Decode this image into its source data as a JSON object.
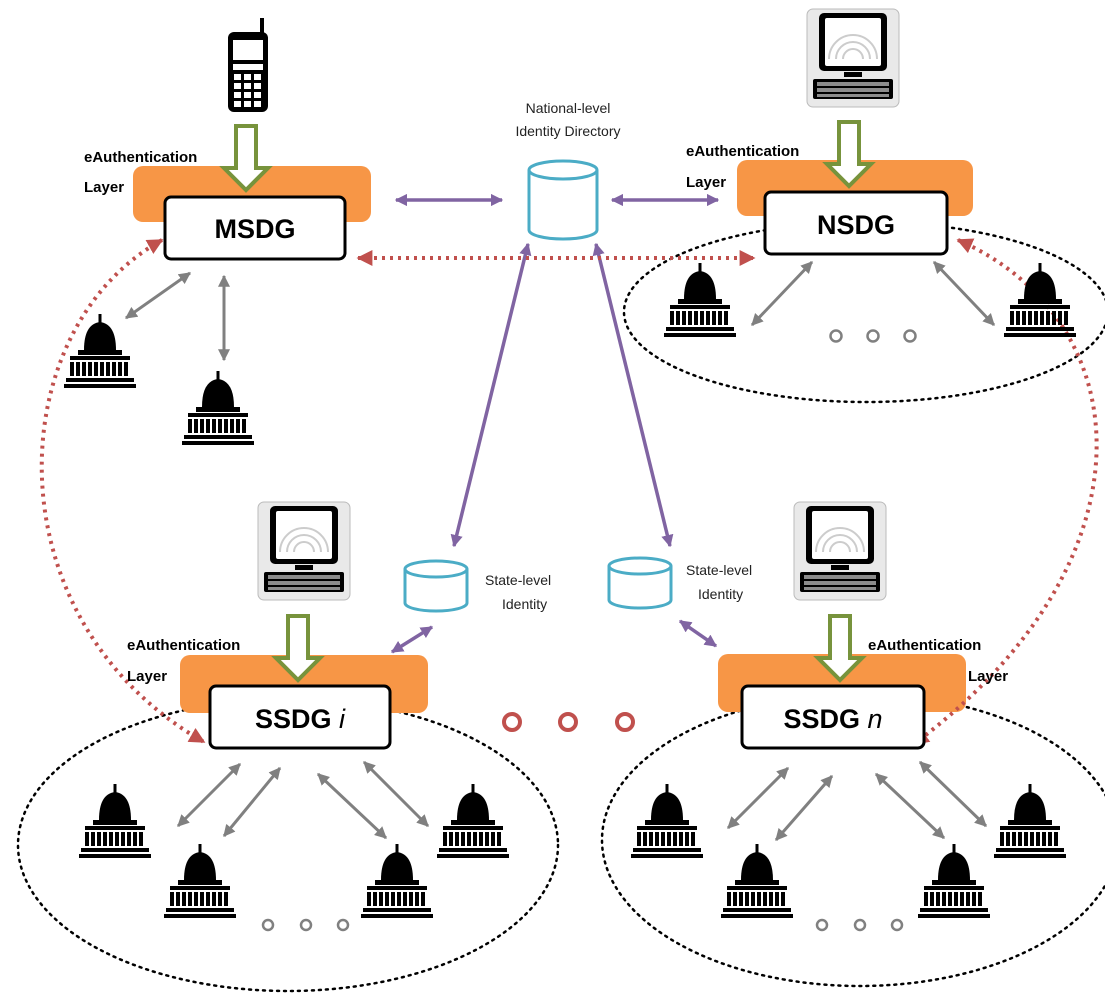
{
  "nodes": {
    "msdg": "MSDG",
    "nsdg": "NSDG",
    "ssdg_i": {
      "prefix": "SSDG ",
      "suffix": "i"
    },
    "ssdg_n": {
      "prefix": "SSDG ",
      "suffix": "n"
    }
  },
  "layer": {
    "line1": "eAuthentication",
    "line2": "Layer"
  },
  "directory": {
    "national": [
      "National-level",
      "Identity Directory"
    ],
    "state": [
      "State-level",
      "Identity"
    ]
  },
  "colors": {
    "layer_orange": "#f79646",
    "gateway_purple": "#8064a2",
    "dotted_red": "#c0504d",
    "db_blue": "#4bacc6",
    "access_green": "#77933c",
    "link_gray": "#808080"
  },
  "icons": [
    "mobile-phone-icon",
    "computer-terminal-icon",
    "government-building-icon",
    "database-icon"
  ]
}
